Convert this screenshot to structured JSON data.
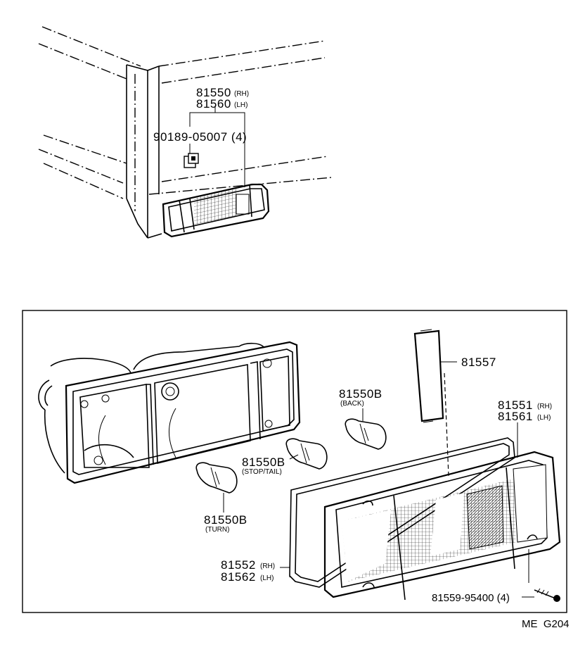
{
  "upper": {
    "assy_rh": "81550",
    "assy_rh_side": "(RH)",
    "assy_lh": "81560",
    "assy_lh_side": "(LH)",
    "screw_part": "90189-05007 (4)"
  },
  "lower": {
    "part_81557": "81557",
    "lens_rh": "81551",
    "lens_rh_side": "(RH)",
    "lens_lh": "81561",
    "lens_lh_side": "(LH)",
    "bulb_back": "81550B",
    "bulb_back_note": "(BACK)",
    "bulb_stop": "81550B",
    "bulb_stop_note": "(STOP/TAIL)",
    "bulb_turn": "81550B",
    "bulb_turn_note": "(TURN)",
    "gasket_rh": "81552",
    "gasket_rh_side": "(RH)",
    "gasket_lh": "81562",
    "gasket_lh_side": "(LH)",
    "screw_part": "81559-95400 (4)"
  },
  "footer": {
    "code": "ME  G204"
  }
}
